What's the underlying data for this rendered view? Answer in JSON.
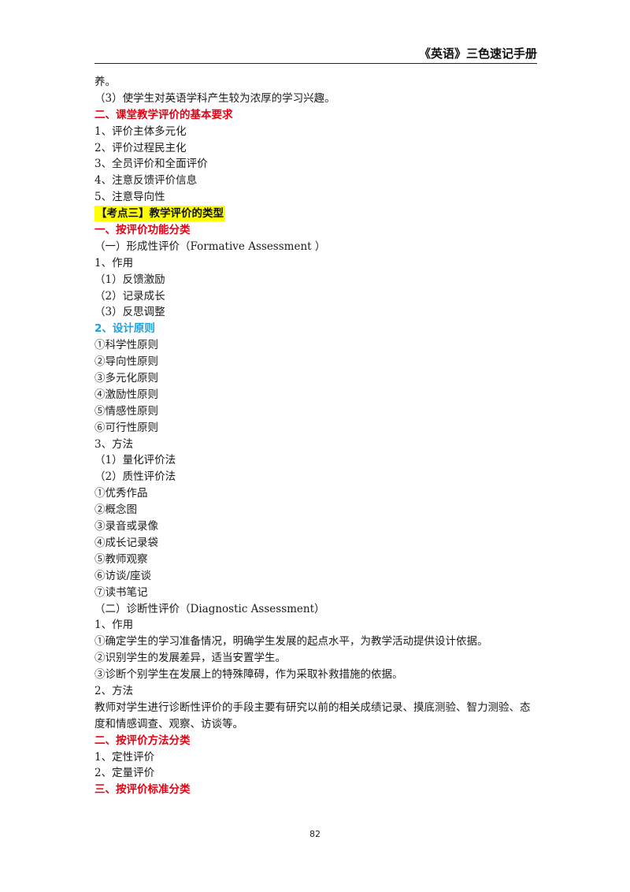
{
  "header": {
    "title": "《英语》三色速记手册"
  },
  "lines": [
    {
      "text": "养。",
      "style": "normal"
    },
    {
      "text": "（3）使学生对英语学科产生较为浓厚的学习兴趣。",
      "style": "normal"
    },
    {
      "text": "二、课堂教学评价的基本要求",
      "style": "red"
    },
    {
      "text": "1、评价主体多元化",
      "style": "normal"
    },
    {
      "text": "2、评价过程民主化",
      "style": "normal"
    },
    {
      "text": "3、全员评价和全面评价",
      "style": "normal"
    },
    {
      "text": "4、注意反馈评价信息",
      "style": "normal"
    },
    {
      "text": "5、注意导向性",
      "style": "normal"
    },
    {
      "text": "【考点三】教学评价的类型",
      "style": "highlight"
    },
    {
      "text": "一、按评价功能分类",
      "style": "red"
    },
    {
      "text": "（一）形成性评价（Formative Assessment ）",
      "style": "normal"
    },
    {
      "text": "1、作用",
      "style": "normal"
    },
    {
      "text": "（1）反馈激励",
      "style": "normal"
    },
    {
      "text": "（2）记录成长",
      "style": "normal"
    },
    {
      "text": "（3）反思调整",
      "style": "normal"
    },
    {
      "text": "2、设计原则",
      "style": "blue"
    },
    {
      "text": "①科学性原则",
      "style": "normal"
    },
    {
      "text": "②导向性原则",
      "style": "normal"
    },
    {
      "text": "③多元化原则",
      "style": "normal"
    },
    {
      "text": "④激励性原则",
      "style": "normal"
    },
    {
      "text": "⑤情感性原则",
      "style": "normal"
    },
    {
      "text": "⑥可行性原则",
      "style": "normal"
    },
    {
      "text": "3、方法",
      "style": "normal"
    },
    {
      "text": "（1）量化评价法",
      "style": "normal"
    },
    {
      "text": "（2）质性评价法",
      "style": "normal"
    },
    {
      "text": "①优秀作品",
      "style": "normal"
    },
    {
      "text": "②概念图",
      "style": "normal"
    },
    {
      "text": "③录音或录像",
      "style": "normal"
    },
    {
      "text": "④成长记录袋",
      "style": "normal"
    },
    {
      "text": "⑤教师观察",
      "style": "normal"
    },
    {
      "text": "⑥访谈/座谈",
      "style": "normal"
    },
    {
      "text": "⑦读书笔记",
      "style": "normal"
    },
    {
      "text": "（二）诊断性评价（Diagnostic Assessment）",
      "style": "normal"
    },
    {
      "text": "1、作用",
      "style": "normal"
    },
    {
      "text": "①确定学生的学习准备情况，明确学生发展的起点水平，为教学活动提供设计依据。",
      "style": "normal"
    },
    {
      "text": "②识别学生的发展差异，适当安置学生。",
      "style": "normal"
    },
    {
      "text": "③诊断个别学生在发展上的特殊障碍，作为采取补救措施的依据。",
      "style": "normal"
    },
    {
      "text": "2、方法",
      "style": "normal"
    },
    {
      "text": "教师对学生进行诊断性评价的手段主要有研究以前的相关成绩记录、摸底测验、智力测验、态度和情感调查、观察、访谈等。",
      "style": "wrap"
    },
    {
      "text": "二、按评价方法分类",
      "style": "red"
    },
    {
      "text": "1、定性评价",
      "style": "normal"
    },
    {
      "text": "2、定量评价",
      "style": "normal"
    },
    {
      "text": "三、按评价标准分类",
      "style": "red"
    }
  ],
  "footer": {
    "page_number": "82"
  }
}
